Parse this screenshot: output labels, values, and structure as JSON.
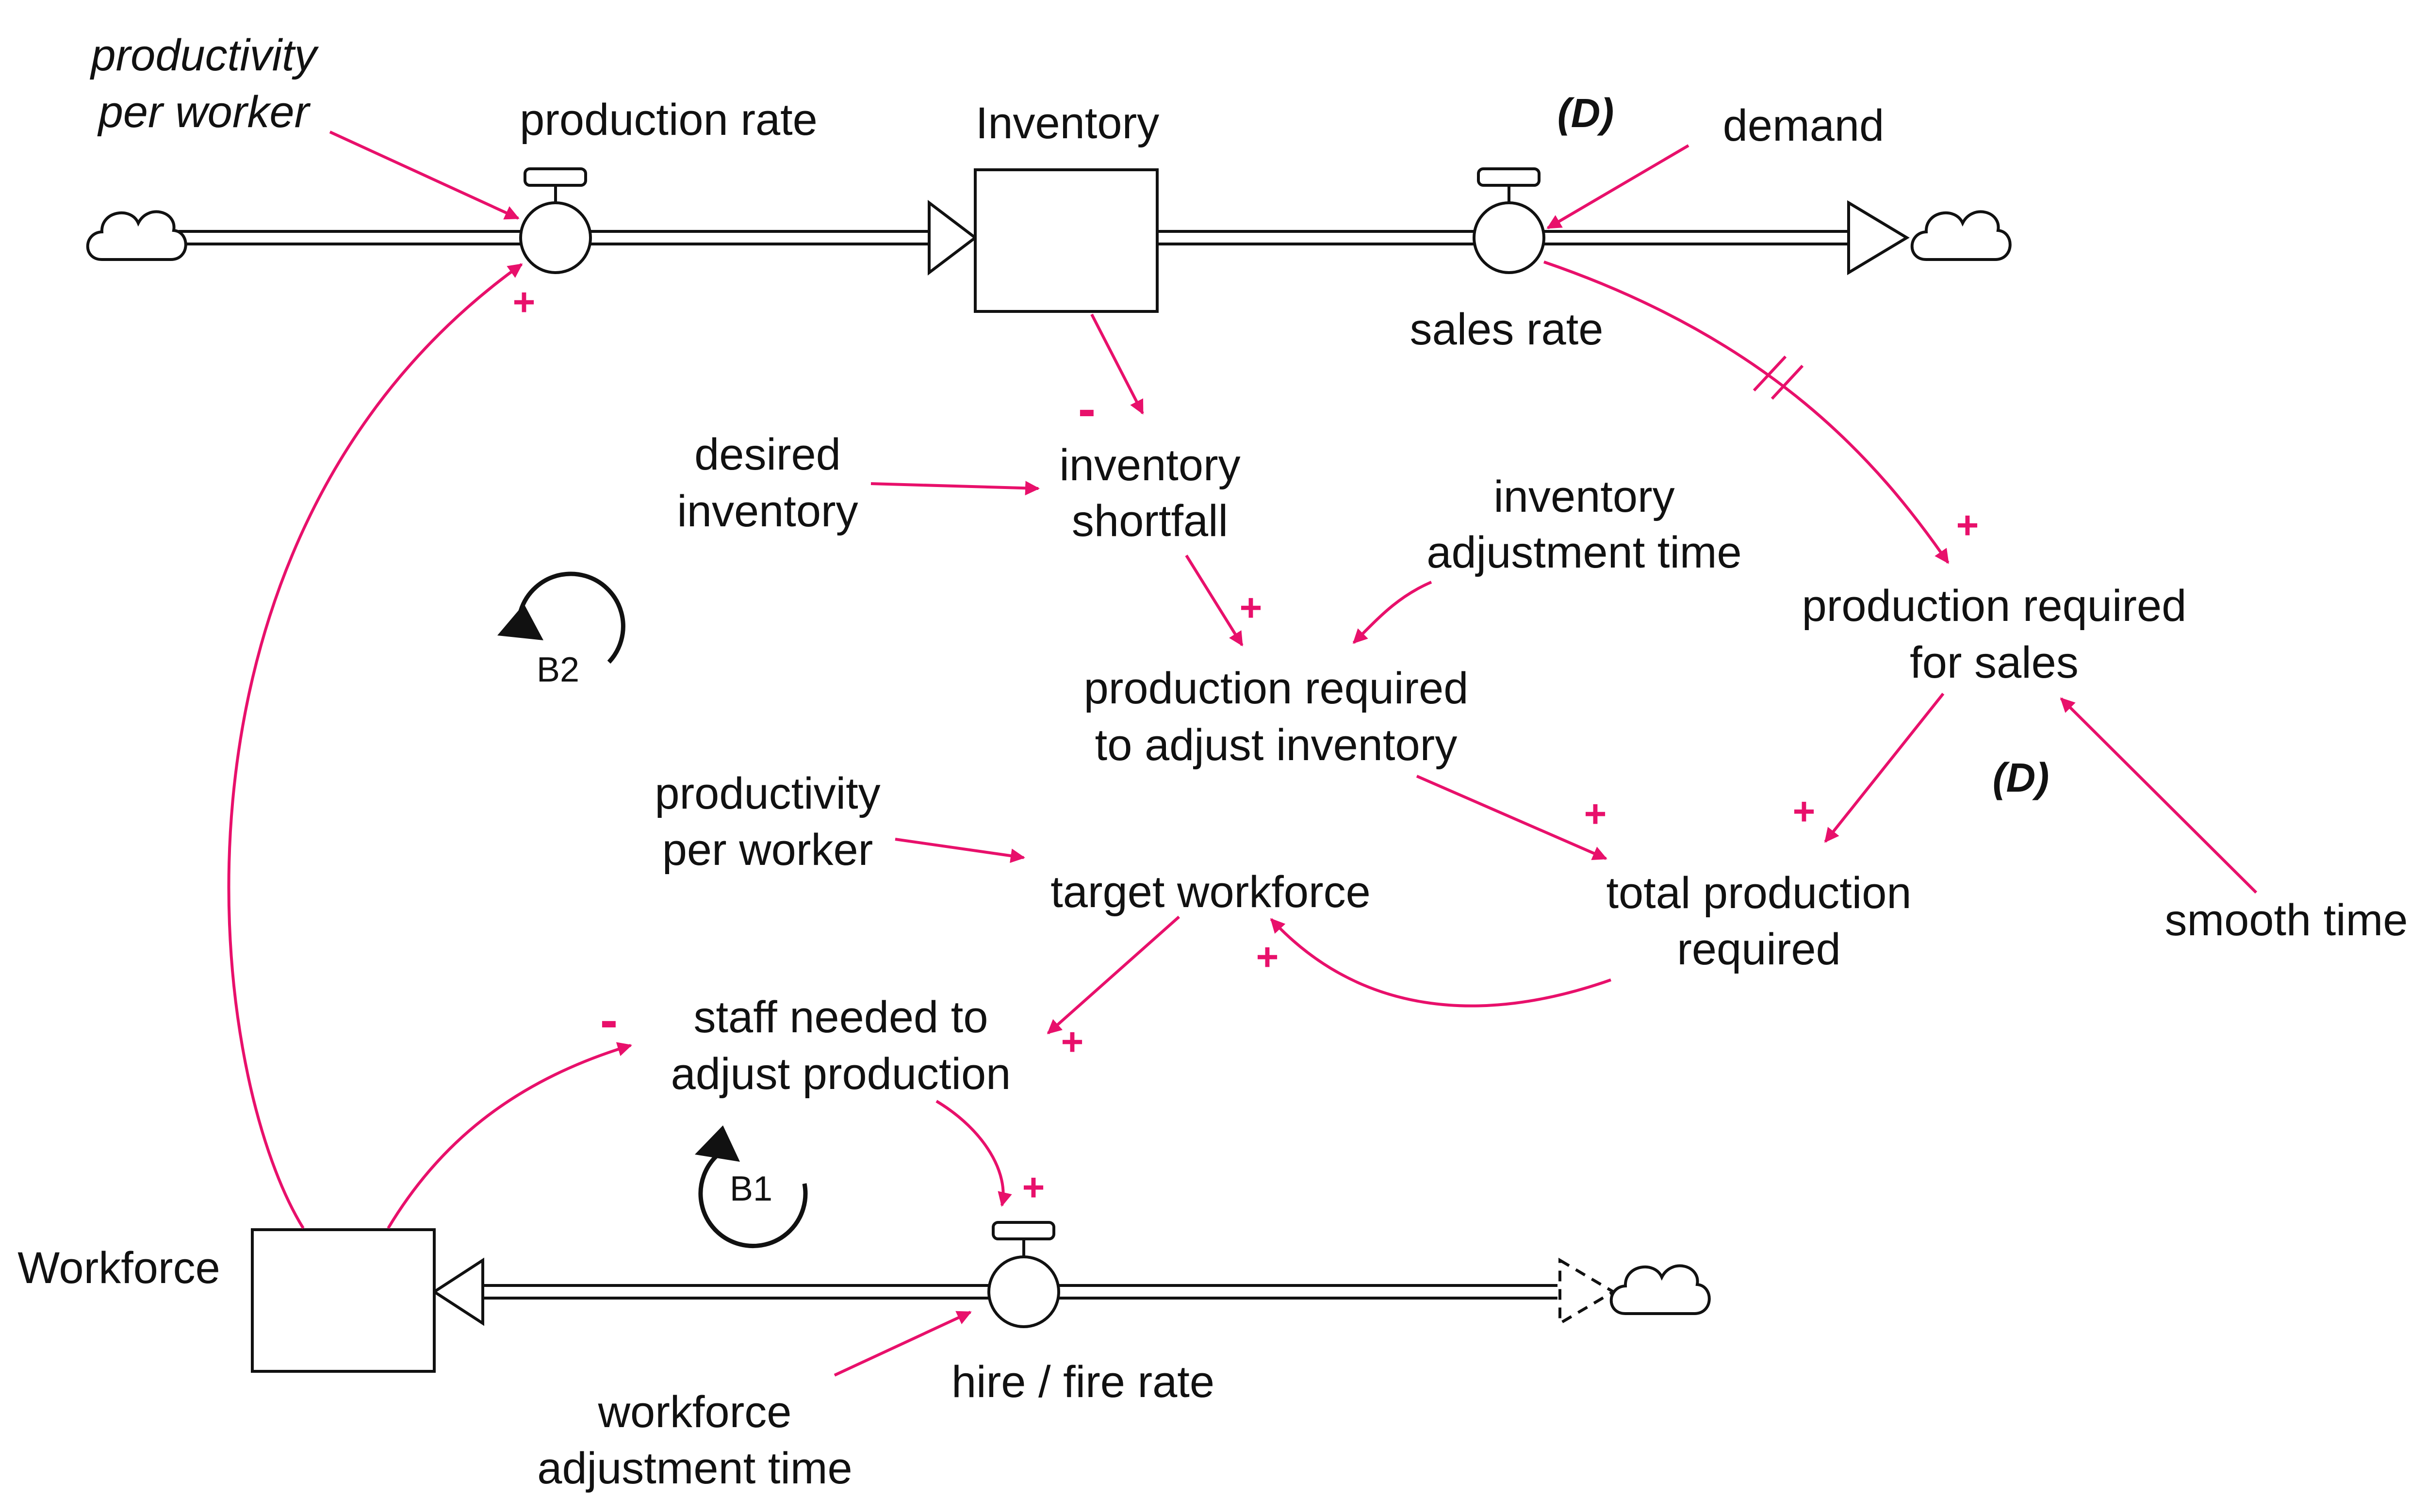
{
  "colors": {
    "link": "#e8106b",
    "stroke": "#111111",
    "background": "#ffffff"
  },
  "stocks": {
    "inventory": "Inventory",
    "workforce": "Workforce"
  },
  "flows": {
    "production_rate": "production rate",
    "sales_rate": "sales rate",
    "hire_fire_rate": "hire / fire rate"
  },
  "variables": {
    "productivity_top": [
      "productivity",
      "per worker"
    ],
    "demand": "demand",
    "desired_inventory": [
      "desired",
      "inventory"
    ],
    "inventory_shortfall": [
      "inventory",
      "shortfall"
    ],
    "inventory_adjustment_time": [
      "inventory",
      "adjustment time"
    ],
    "production_required_adjust": [
      "production required",
      "to adjust inventory"
    ],
    "production_required_sales": [
      "production required",
      "for sales"
    ],
    "productivity_mid": [
      "productivity",
      "per worker"
    ],
    "target_workforce": "target workforce",
    "total_production_required": [
      "total production",
      "required"
    ],
    "smooth_time": "smooth time",
    "staff_needed": [
      "staff needed to",
      "adjust production"
    ],
    "workforce_adjustment_time": [
      "workforce",
      "adjustment time"
    ]
  },
  "delay_marks": [
    "(D)",
    "(D)"
  ],
  "loops": [
    "B2",
    "B1"
  ],
  "polarities": {
    "production_rate": "+",
    "inventory_shortfall": "-",
    "production_required_adjust": "+",
    "production_required_sales": "+",
    "total_from_adjust": "+",
    "total_from_sales": "+",
    "target_workforce": "+",
    "staff_needed_from_target": "+",
    "staff_needed_from_workforce": "-",
    "hire_fire_rate": "+"
  }
}
